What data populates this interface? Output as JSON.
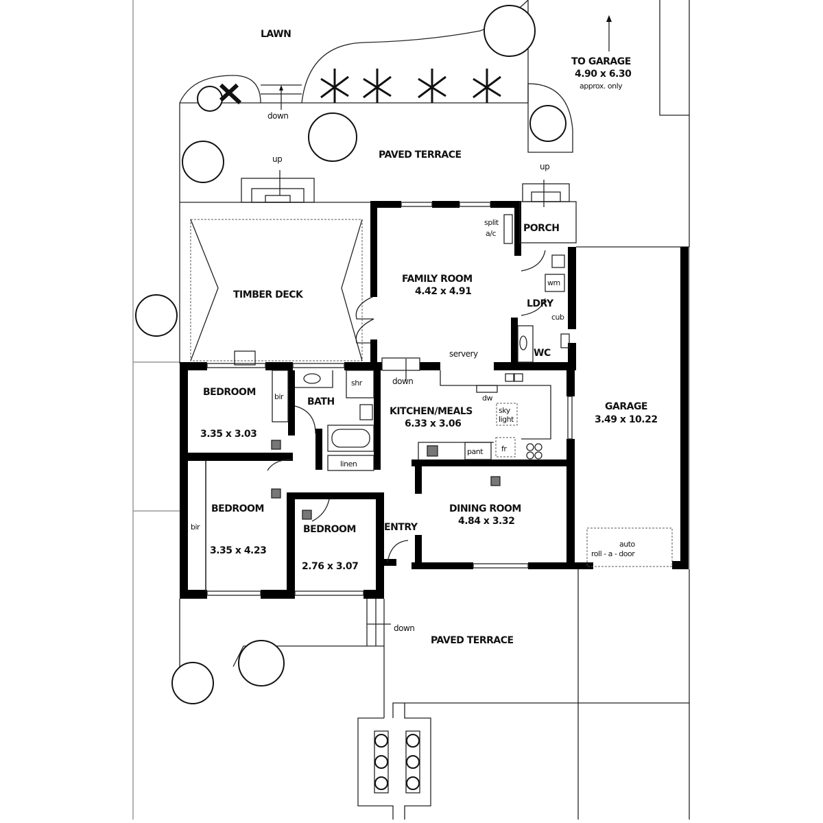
{
  "title": "Floor plan",
  "outdoor": {
    "lawn": "LAWN",
    "paved_terrace_top": "PAVED TERRACE",
    "paved_terrace_bottom": "PAVED TERRACE",
    "timber_deck": "TIMBER DECK",
    "down_top": "down",
    "up_left": "up",
    "up_right": "up",
    "down_bottom": "down",
    "down_family": "down"
  },
  "to_garage": {
    "title": "TO GARAGE",
    "dims": "4.90 x 6.30",
    "note": "approx. only"
  },
  "rooms": {
    "family": {
      "name": "FAMILY ROOM",
      "dims": "4.42 x 4.91"
    },
    "kitchen": {
      "name": "KITCHEN/MEALS",
      "dims": "6.33 x 3.06"
    },
    "dining": {
      "name": "DINING ROOM",
      "dims": "4.84 x 3.32"
    },
    "garage": {
      "name": "GARAGE",
      "dims": "3.49 x 10.22"
    },
    "bed1": {
      "name": "BEDROOM",
      "dims": "3.35 x 3.03"
    },
    "bed2": {
      "name": "BEDROOM",
      "dims": "3.35 x 4.23"
    },
    "bed3": {
      "name": "BEDROOM",
      "dims": "2.76 x 3.07"
    },
    "bath": {
      "name": "BATH"
    },
    "porch": {
      "name": "PORCH"
    },
    "ldry": {
      "name": "LDRY"
    },
    "wc": {
      "name": "WC"
    },
    "entry": {
      "name": "ENTRY"
    }
  },
  "fixtures": {
    "split_ac_1": "split",
    "split_ac_2": "a/c",
    "servery": "servery",
    "wm": "wm",
    "cub": "cub",
    "shr": "shr",
    "linen": "linen",
    "bir_1": "bir",
    "bir_2": "bir",
    "dw": "dw",
    "sky_1": "sky",
    "sky_2": "light",
    "pant": "pant",
    "fr": "fr",
    "roll_door_1": "auto",
    "roll_door_2": "roll - a - door"
  }
}
